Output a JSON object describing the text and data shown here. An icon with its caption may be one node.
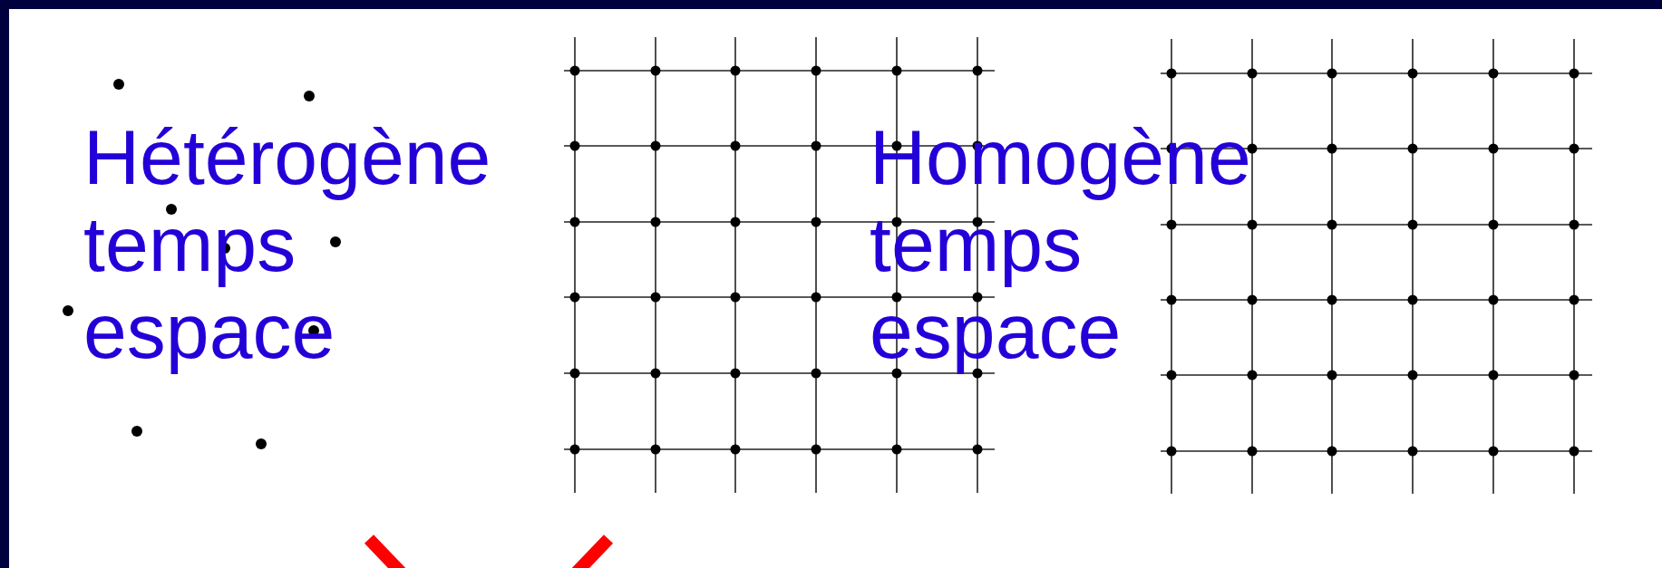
{
  "diagram": {
    "labels": [
      "Hétérogène",
      "temps",
      "espace",
      "Homogène",
      "temps",
      "espace"
    ]
  }
}
